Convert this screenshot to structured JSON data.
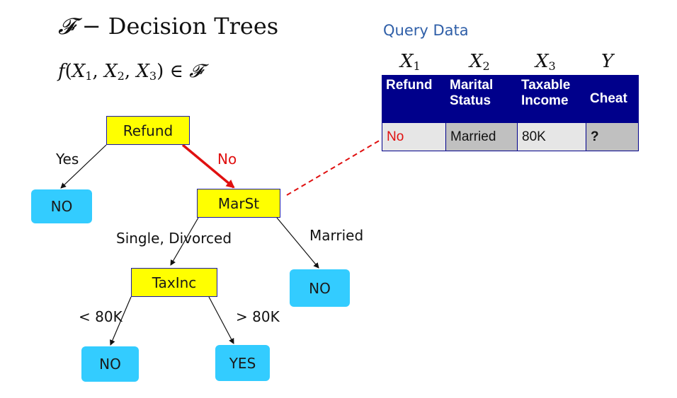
{
  "title": {
    "symbol": "𝓕",
    "dash": "−",
    "text": "Decision Trees"
  },
  "formula": {
    "f": "f",
    "open": "(",
    "x": "X",
    "i1": "1",
    "i2": "2",
    "i3": "3",
    "comma": ",",
    "close": ")",
    "in": "∈",
    "F": "𝓕"
  },
  "tree": {
    "root": "Refund",
    "root_yes_label": "Yes",
    "root_no_label": "No",
    "leaf_refund_yes": "NO",
    "marst": "MarSt",
    "marst_left_label": "Single, Divorced",
    "marst_right_label": "Married",
    "leaf_married": "NO",
    "taxinc": "TaxInc",
    "tax_left_label": "< 80K",
    "tax_right_label": "> 80K",
    "leaf_low": "NO",
    "leaf_high": "YES"
  },
  "query": {
    "title": "Query Data",
    "vars": {
      "x": "X",
      "i1": "1",
      "i2": "2",
      "i3": "3",
      "y": "Y"
    },
    "headers": [
      {
        "line1": "Refund",
        "line2": ""
      },
      {
        "line1": "Marital",
        "line2": "Status"
      },
      {
        "line1": "Taxable",
        "line2": "Income"
      },
      {
        "line1": "Cheat",
        "line2": ""
      }
    ],
    "row": [
      "No",
      "Married",
      "80K",
      "?"
    ]
  },
  "colors": {
    "split_node_fill": "#ffff00",
    "split_node_border": "#1a1aa8",
    "leaf_fill": "#33ccff",
    "highlight": "#e01010",
    "table_header": "#00008b",
    "query_title": "#2f5fa8"
  }
}
